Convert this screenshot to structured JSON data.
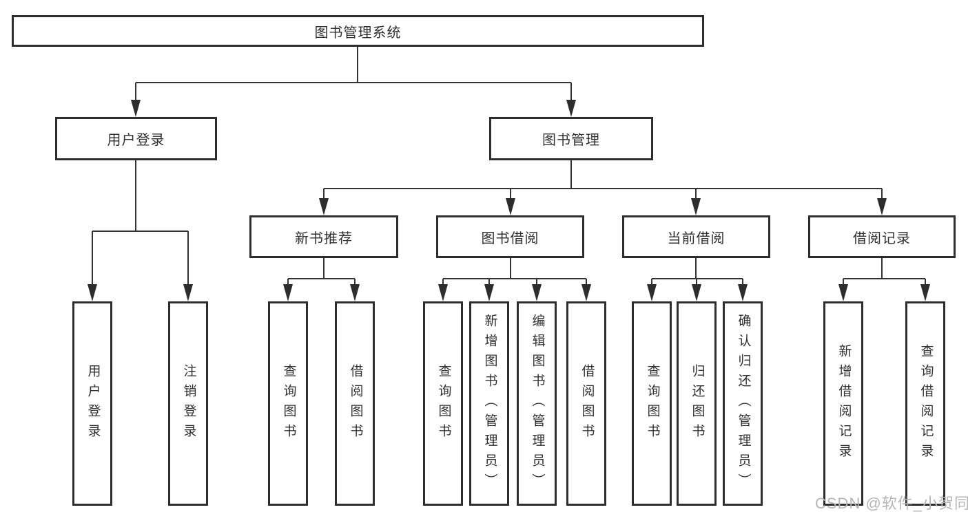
{
  "tree": {
    "label": "图书管理系统",
    "children": [
      {
        "label": "用户登录",
        "children": [
          {
            "label": "用户登录"
          },
          {
            "label": "注销登录"
          }
        ]
      },
      {
        "label": "图书管理",
        "children": [
          {
            "label": "新书推荐",
            "children": [
              {
                "label": "查询图书"
              },
              {
                "label": "借阅图书"
              }
            ]
          },
          {
            "label": "图书借阅",
            "children": [
              {
                "label": "查询图书"
              },
              {
                "label": "新增图书（管理员）"
              },
              {
                "label": "编辑图书（管理员）"
              },
              {
                "label": "借阅图书"
              }
            ]
          },
          {
            "label": "当前借阅",
            "children": [
              {
                "label": "查询图书"
              },
              {
                "label": "归还图书"
              },
              {
                "label": "确认归还（管理员）"
              }
            ]
          },
          {
            "label": "借阅记录",
            "children": [
              {
                "label": "新增借阅记录"
              },
              {
                "label": "查询借阅记录"
              }
            ]
          }
        ]
      }
    ]
  },
  "watermark": {
    "text": "CSDN @软件_小贺同学"
  },
  "colors": {
    "line": "#333333",
    "box_border": "#2d2d2d",
    "text": "#303030",
    "watermark": "#b5b5b5",
    "background": "#ffffff"
  }
}
